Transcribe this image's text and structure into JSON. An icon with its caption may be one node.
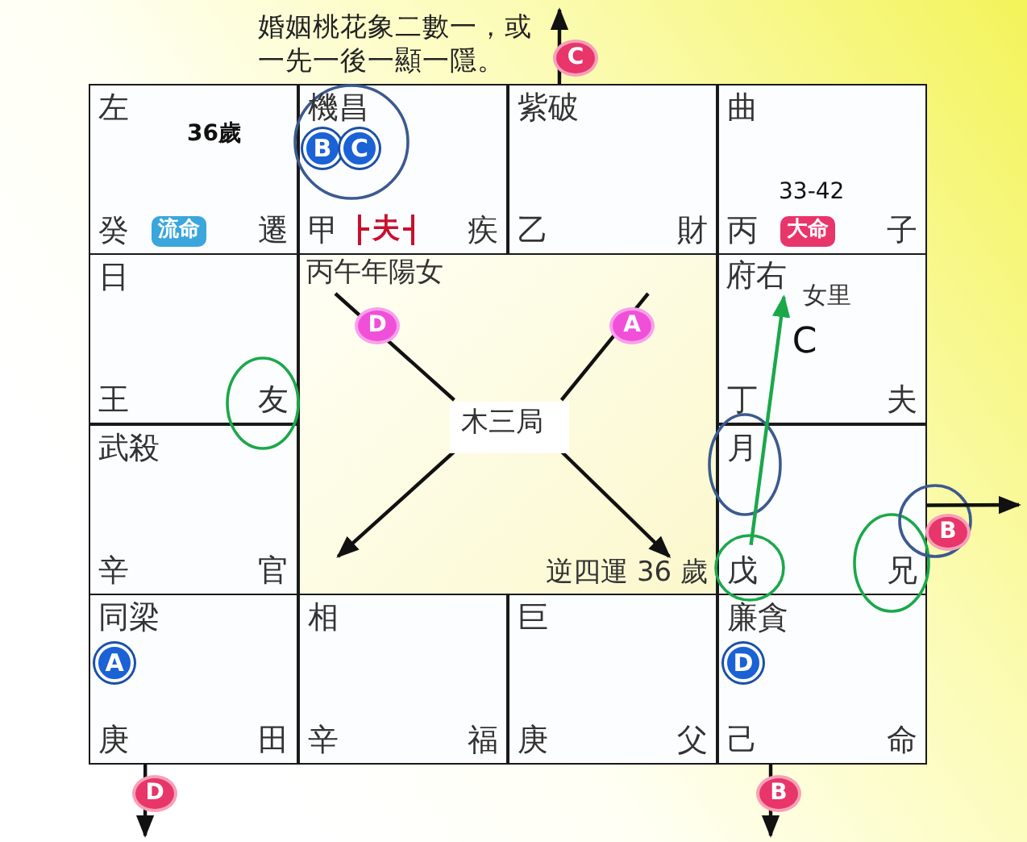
{
  "diagram": {
    "nodes": [
      {
        "text": [
          "左",
          "36歲",
          "癸",
          "流命",
          "遷"
        ]
      },
      {
        "text": [
          "機昌",
          "B",
          "C",
          "甲",
          "夫",
          "疾"
        ]
      },
      {
        "text": [
          "紫破",
          "乙",
          "財"
        ]
      },
      {
        "text": [
          "曲",
          "33-42",
          "丙",
          "大命",
          "子"
        ]
      },
      {
        "text": [
          "日",
          "王",
          "友"
        ]
      },
      {
        "text": [
          "丙午年陽女",
          "逆四運 36 歲"
        ]
      },
      {
        "text": [
          "木三局"
        ],
        "in": 5
      },
      {
        "text": [
          "女里",
          "丁",
          "夫"
        ]
      },
      {
        "text": [
          "府右"
        ],
        "in": 7
      },
      {
        "text": [
          "武殺",
          "辛",
          "官"
        ]
      },
      {
        "text": [
          "月",
          "戊",
          "兄"
        ]
      },
      {
        "text": [
          "同梁",
          "A",
          "庚",
          "田"
        ]
      },
      {
        "text": [
          "相",
          "辛",
          "福"
        ]
      },
      {
        "text": [
          "巨",
          "庚",
          "父"
        ]
      },
      {
        "text": [
          "廉貪",
          "D",
          "己",
          "命"
        ]
      }
    ],
    "edges": [
      {
        "from": null,
        "to": 6,
        "arrow": "none",
        "label": "D"
      },
      {
        "from": null,
        "to": 6,
        "arrow": "none",
        "label": "A"
      },
      {
        "from": 6,
        "to": 9,
        "arrow": "to"
      },
      {
        "from": 6,
        "to": 13,
        "arrow": "to"
      },
      {
        "from": 10,
        "to": 8,
        "arrow": "to",
        "label": "C",
        "color": "#1aa84a"
      },
      {
        "from": 2,
        "to": null,
        "arrow": "to",
        "label": "C"
      },
      {
        "from": 10,
        "to": null,
        "arrow": "to",
        "label": "B"
      },
      {
        "from": 11,
        "to": null,
        "arrow": "to",
        "label": "D"
      },
      {
        "from": 14,
        "to": null,
        "arrow": "to",
        "label": "B"
      }
    ],
    "labels": [
      "婚姻桃花象二數一，或一先一後一顯一隱。"
    ]
  }
}
